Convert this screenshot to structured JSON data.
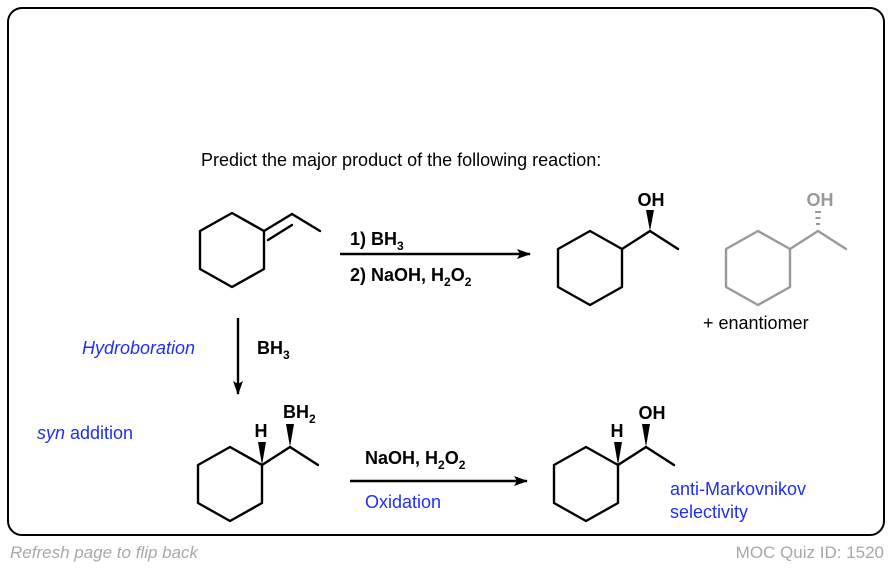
{
  "question": "Predict the major product of the following reaction:",
  "main_reaction": {
    "step1_prefix": "1) BH",
    "step1_sub": "3",
    "step2_prefix": "2) NaOH, H",
    "step2_sub1": "2",
    "step2_mid": "O",
    "step2_sub2": "2"
  },
  "product": {
    "oh_label": "OH"
  },
  "enantiomer": {
    "oh_label": "OH",
    "caption": "+ enantiomer"
  },
  "hydroboration": {
    "label": "Hydroboration",
    "reagent_prefix": "BH",
    "reagent_sub": "3",
    "syn_italic": "syn",
    "syn_rest": " addition"
  },
  "intermediate": {
    "h_label": "H",
    "bh2_prefix": "BH",
    "bh2_sub": "2"
  },
  "oxidation": {
    "reagent_prefix": "NaOH, H",
    "reagent_sub1": "2",
    "reagent_mid": "O",
    "reagent_sub2": "2",
    "label": "Oxidation"
  },
  "final_product": {
    "h_label": "H",
    "oh_label": "OH",
    "note_line1": "anti-Markovnikov",
    "note_line2": "selectivity"
  },
  "footer": {
    "left": "Refresh page to flip back",
    "right": "MOC Quiz ID: 1520"
  },
  "colors": {
    "accent": "#1f2ff5",
    "gray": "#9a9a9a"
  }
}
